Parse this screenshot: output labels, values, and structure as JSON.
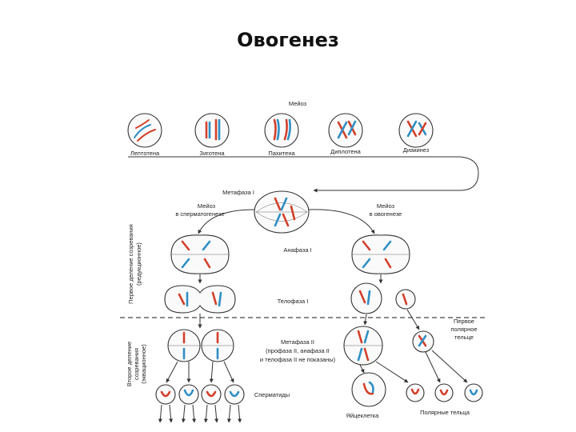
{
  "title": "Овогенез",
  "diagram": {
    "header": "Мейоз",
    "prophase_stages": [
      "Лептотена",
      "Зиготена",
      "Пахитена",
      "Диплотена",
      "Диакинез"
    ],
    "metaphase1": "Метафаза I",
    "meiosis_sperm": [
      "Мейоз",
      "в сперматогенезе"
    ],
    "meiosis_ovo": [
      "Мейоз",
      "в овогенезе"
    ],
    "anaphase1": "Анафаза I",
    "telophase1": "Телофаза I",
    "metaphase2": [
      "Метафаза II",
      "(профаза II, анафаза II",
      "и телофаза II не показаны)"
    ],
    "first_polar_body": [
      "Первое",
      "полярное",
      "тельце"
    ],
    "spermatids": "Сперматиды",
    "egg": "Яйцеклетка",
    "polar_bodies": "Полярные тельца",
    "first_division": [
      "Первое деление созревания",
      "(редукционное)"
    ],
    "second_division": [
      "Второе деление",
      "созревания",
      "(эквационное)"
    ]
  },
  "colors": {
    "maternal": "#d2402a",
    "paternal": "#2f8fc4"
  }
}
